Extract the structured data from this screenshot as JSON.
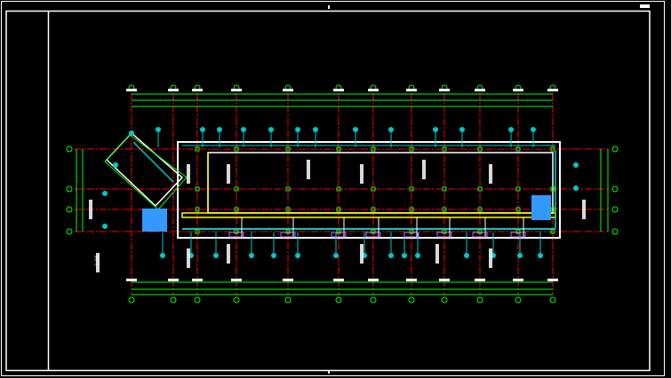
{
  "drawing": {
    "scale_note": "1:100",
    "colors": {
      "background": "#000000",
      "frame": "#ffffff",
      "axis": "#ff0000",
      "dimension": "#00ff00",
      "wall": "#ffffff",
      "pipe": "#00c8c8",
      "corridor": "#ffff00",
      "stair": "#3399ff",
      "accent": "#b070ff"
    },
    "grid_columns": 12,
    "grid_rows": 4
  }
}
